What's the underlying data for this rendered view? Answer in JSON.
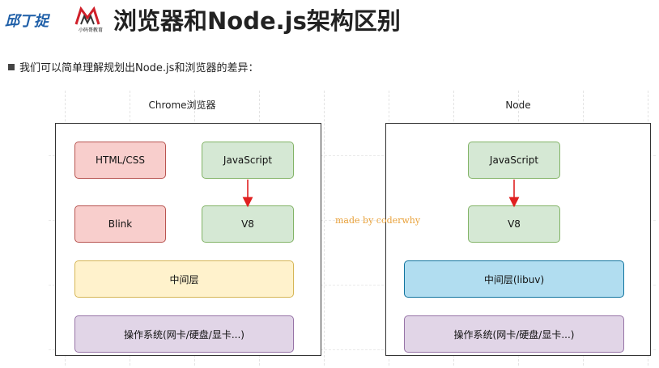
{
  "header": {
    "logo_text": "邱丁捉",
    "logo2_caption": "小码哥教育",
    "title": "浏览器和Node.js架构区别"
  },
  "bullet": "我们可以简单理解规划出Node.js和浏览器的差异：",
  "watermark": "made by coderwhy",
  "diagram": {
    "chrome": {
      "label": "Chrome浏览器",
      "html_css": "HTML/CSS",
      "javascript": "JavaScript",
      "blink": "Blink",
      "v8": "V8",
      "middle": "中间层",
      "os": "操作系统(网卡/硬盘/显卡...)"
    },
    "node": {
      "label": "Node",
      "javascript": "JavaScript",
      "v8": "V8",
      "middle": "中间层(libuv)",
      "os": "操作系统(网卡/硬盘/显卡...)"
    },
    "colors": {
      "red_fill": "#f8cecc",
      "green_fill": "#d5e8d4",
      "yellow_fill": "#fff2cc",
      "purple_fill": "#e1d5e7",
      "blue_fill": "#b1ddf0",
      "arrow": "#e02020"
    }
  }
}
